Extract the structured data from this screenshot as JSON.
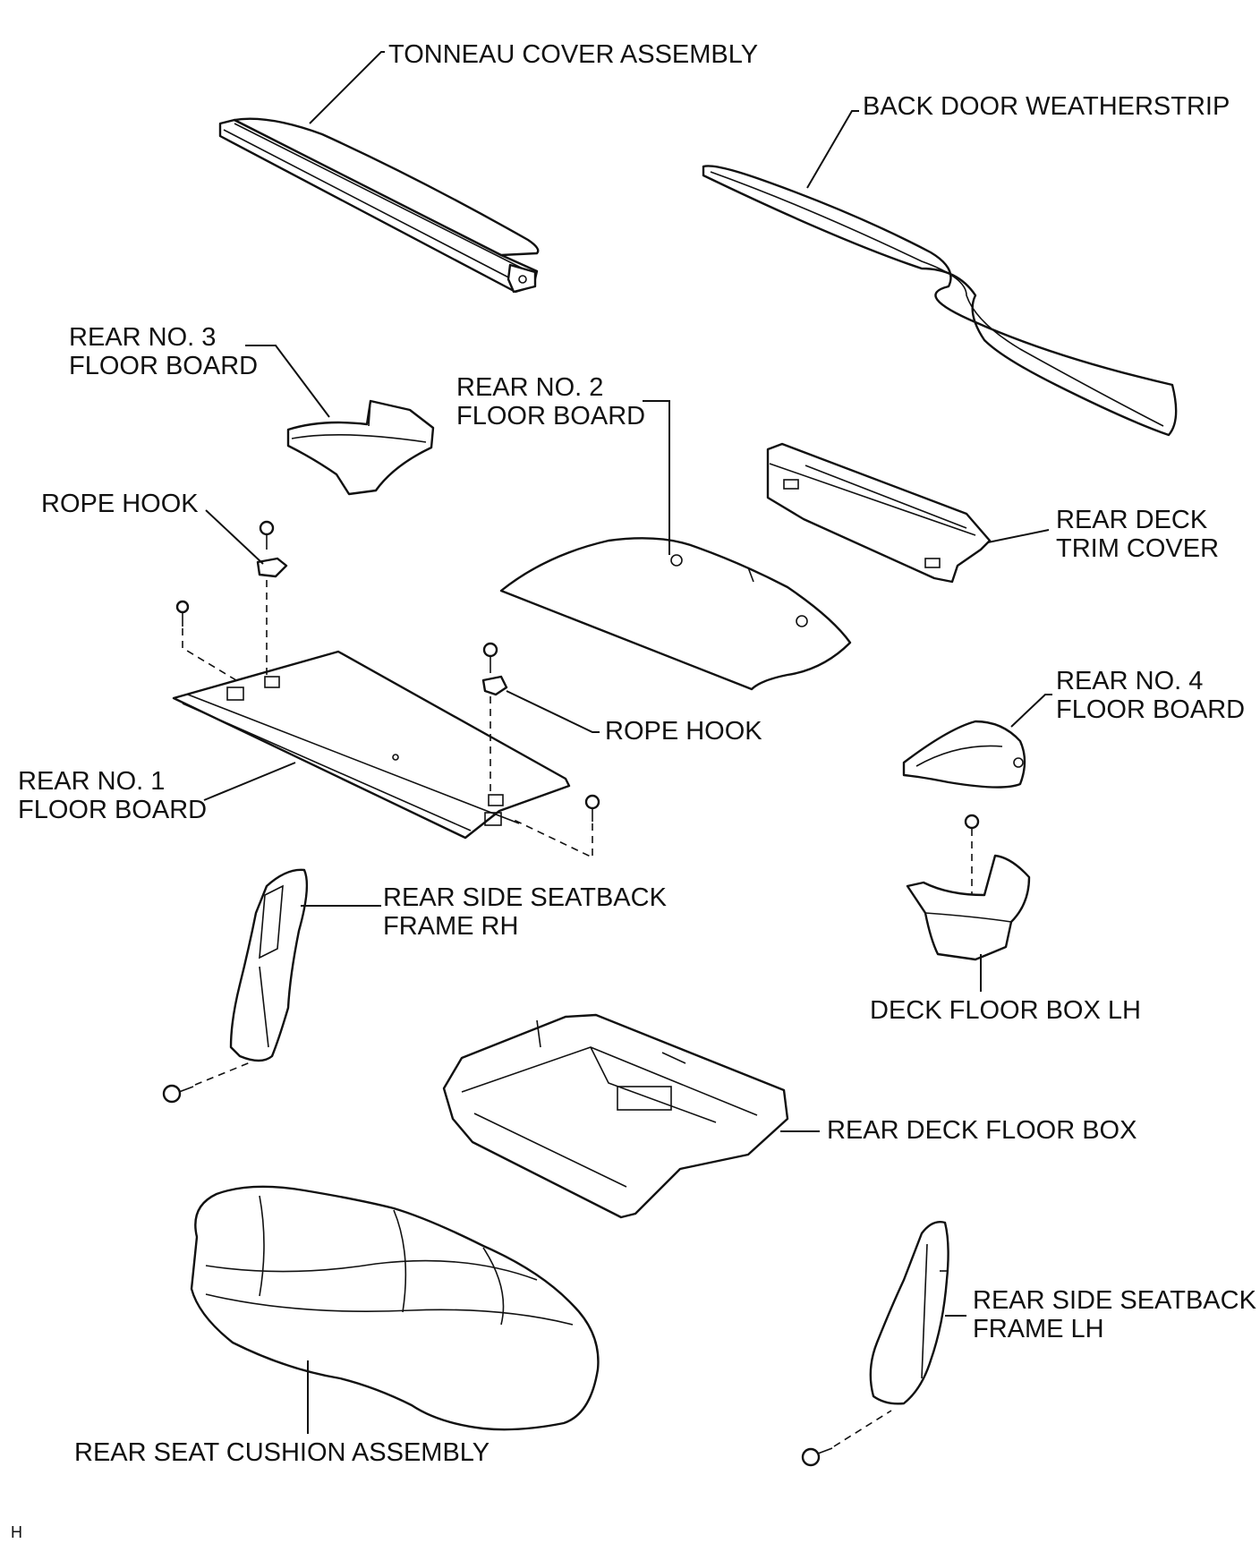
{
  "labels": {
    "tonneau_cover": "TONNEAU COVER ASSEMBLY",
    "back_door_weatherstrip": "BACK DOOR WEATHERSTRIP",
    "rear_no3_floor_board": [
      "REAR NO. 3",
      "FLOOR BOARD"
    ],
    "rear_no2_floor_board": [
      "REAR NO. 2",
      "FLOOR BOARD"
    ],
    "rope_hook_left": "ROPE HOOK",
    "rope_hook_right": "ROPE HOOK",
    "rear_deck_trim_cover": [
      "REAR DECK",
      "TRIM COVER"
    ],
    "rear_no4_floor_board": [
      "REAR NO. 4",
      "FLOOR BOARD"
    ],
    "rear_no1_floor_board": [
      "REAR NO. 1",
      "FLOOR BOARD"
    ],
    "rear_side_seatback_frame_rh": [
      "REAR SIDE SEATBACK",
      "FRAME RH"
    ],
    "deck_floor_box_lh": "DECK FLOOR BOX LH",
    "rear_deck_floor_box": "REAR DECK FLOOR BOX",
    "rear_side_seatback_frame_lh": [
      "REAR SIDE SEATBACK",
      "FRAME LH"
    ],
    "rear_seat_cushion": "REAR SEAT CUSHION ASSEMBLY"
  },
  "figure_code": "H"
}
